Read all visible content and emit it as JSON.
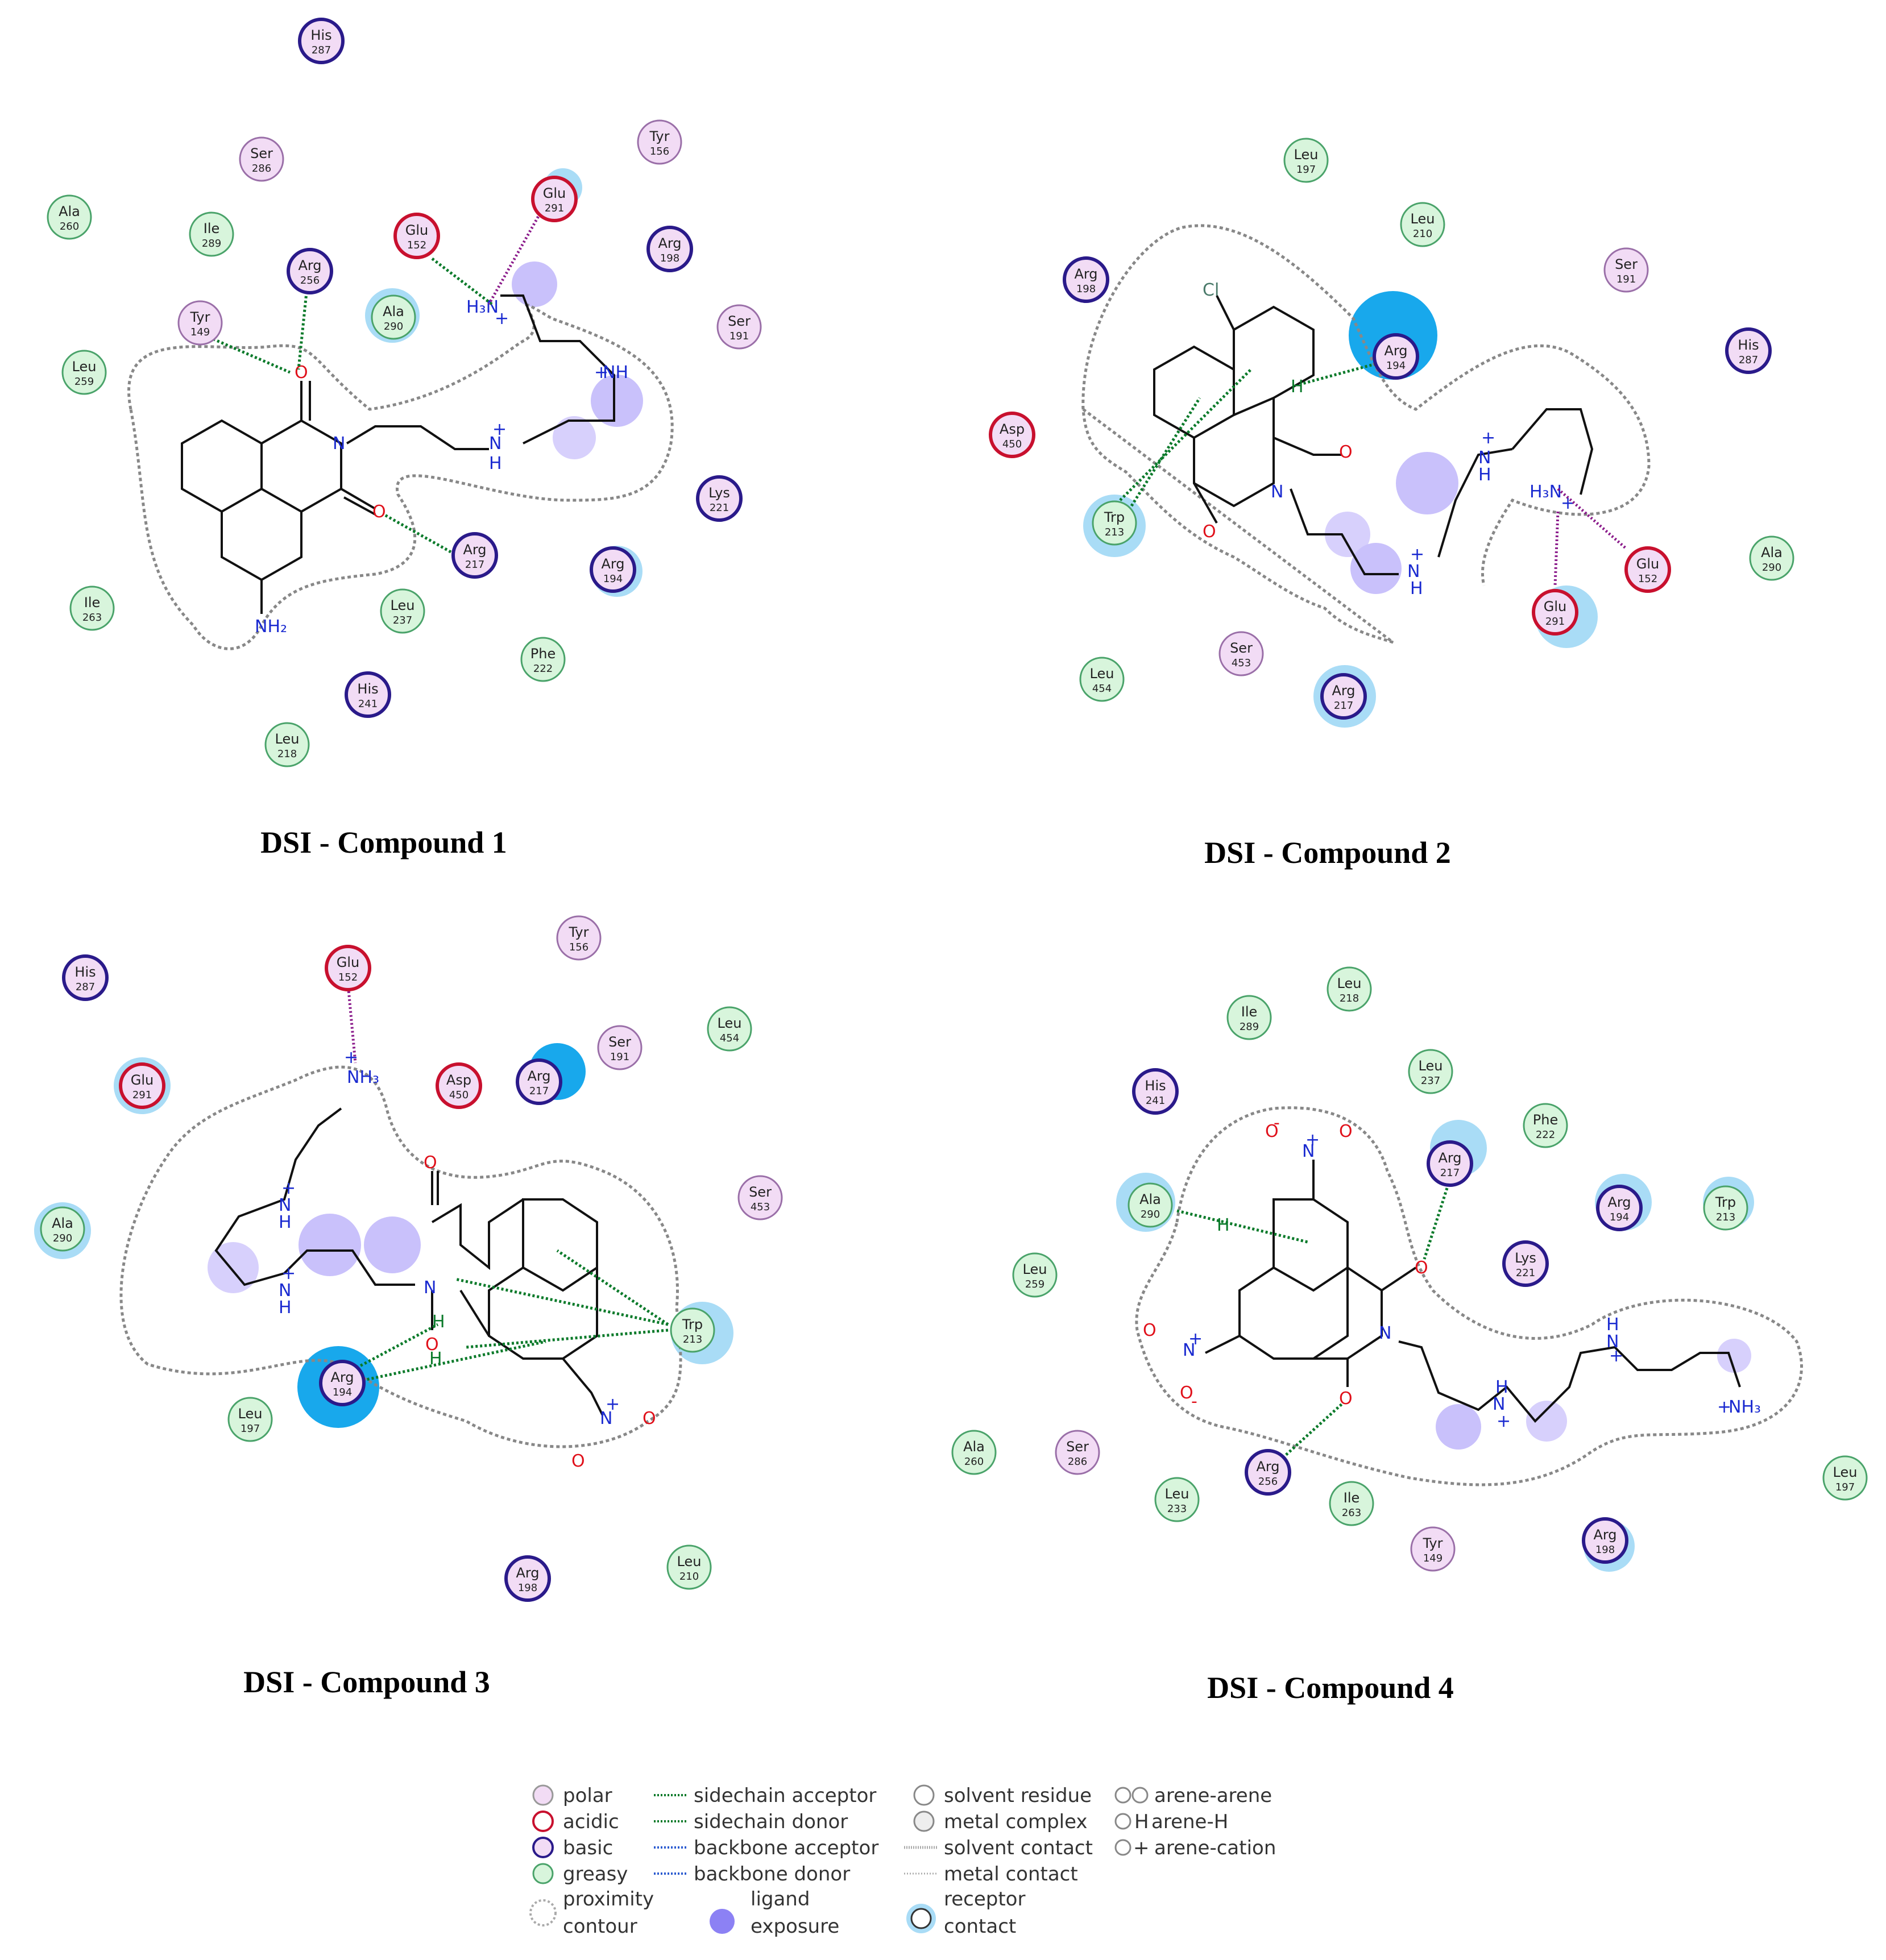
{
  "colors": {
    "polar": "#f2dcf5",
    "acidic": "#c8102e",
    "basic": "#2a1a8a",
    "greasy": "#d8f5dc",
    "polar_border": "#9a6fa8",
    "greasy_border": "#4aa36a",
    "hbond": "#0a7a2a",
    "ionic": "#8a1a8a",
    "contour": "#888888",
    "exposure": "#9b8cf2",
    "contact": "#2aa8e8",
    "bond": "#111111",
    "nitrogen": "#1a2ad0",
    "oxygen": "#e0101a",
    "chlorine": "#4a7a6a"
  },
  "panels": [
    {
      "caption": "DSI - Compound 1",
      "residues": [
        {
          "name": "His",
          "num": "287",
          "type": "basic"
        },
        {
          "name": "Ser",
          "num": "286",
          "type": "polar"
        },
        {
          "name": "Tyr",
          "num": "156",
          "type": "polar"
        },
        {
          "name": "Ala",
          "num": "260",
          "type": "greasy"
        },
        {
          "name": "Ile",
          "num": "289",
          "type": "greasy"
        },
        {
          "name": "Glu",
          "num": "152",
          "type": "acidic"
        },
        {
          "name": "Glu",
          "num": "291",
          "type": "acidic"
        },
        {
          "name": "Arg",
          "num": "198",
          "type": "basic"
        },
        {
          "name": "Arg",
          "num": "256",
          "type": "basic"
        },
        {
          "name": "Tyr",
          "num": "149",
          "type": "polar"
        },
        {
          "name": "Ala",
          "num": "290",
          "type": "greasy"
        },
        {
          "name": "Ser",
          "num": "191",
          "type": "polar"
        },
        {
          "name": "Leu",
          "num": "259",
          "type": "greasy"
        },
        {
          "name": "Lys",
          "num": "221",
          "type": "basic"
        },
        {
          "name": "Arg",
          "num": "217",
          "type": "basic"
        },
        {
          "name": "Arg",
          "num": "194",
          "type": "basic"
        },
        {
          "name": "Ile",
          "num": "263",
          "type": "greasy"
        },
        {
          "name": "Leu",
          "num": "237",
          "type": "greasy"
        },
        {
          "name": "Phe",
          "num": "222",
          "type": "greasy"
        },
        {
          "name": "His",
          "num": "241",
          "type": "basic"
        },
        {
          "name": "Leu",
          "num": "218",
          "type": "greasy"
        }
      ],
      "atoms": [
        "O",
        "N",
        "O",
        "NH₂",
        "H₃N",
        "+",
        "NH",
        "+",
        "N",
        "H",
        "+"
      ]
    },
    {
      "caption": "DSI - Compound 2",
      "residues": [
        {
          "name": "Leu",
          "num": "197",
          "type": "greasy"
        },
        {
          "name": "Leu",
          "num": "210",
          "type": "greasy"
        },
        {
          "name": "Arg",
          "num": "198",
          "type": "basic"
        },
        {
          "name": "Ser",
          "num": "191",
          "type": "polar"
        },
        {
          "name": "Arg",
          "num": "194",
          "type": "basic"
        },
        {
          "name": "His",
          "num": "287",
          "type": "basic"
        },
        {
          "name": "Asp",
          "num": "450",
          "type": "acidic"
        },
        {
          "name": "Trp",
          "num": "213",
          "type": "greasy"
        },
        {
          "name": "Glu",
          "num": "152",
          "type": "acidic"
        },
        {
          "name": "Ala",
          "num": "290",
          "type": "greasy"
        },
        {
          "name": "Glu",
          "num": "291",
          "type": "acidic"
        },
        {
          "name": "Leu",
          "num": "454",
          "type": "greasy"
        },
        {
          "name": "Ser",
          "num": "453",
          "type": "polar"
        },
        {
          "name": "Arg",
          "num": "217",
          "type": "basic"
        }
      ],
      "atoms": [
        "Cl",
        "H",
        "O",
        "N",
        "O",
        "N",
        "H",
        "+",
        "N",
        "H",
        "+",
        "H₃N",
        "+"
      ]
    },
    {
      "caption": "DSI - Compound 3",
      "residues": [
        {
          "name": "His",
          "num": "287",
          "type": "basic"
        },
        {
          "name": "Glu",
          "num": "152",
          "type": "acidic"
        },
        {
          "name": "Tyr",
          "num": "156",
          "type": "polar"
        },
        {
          "name": "Leu",
          "num": "454",
          "type": "greasy"
        },
        {
          "name": "Ser",
          "num": "191",
          "type": "polar"
        },
        {
          "name": "Glu",
          "num": "291",
          "type": "acidic"
        },
        {
          "name": "Asp",
          "num": "450",
          "type": "acidic"
        },
        {
          "name": "Arg",
          "num": "217",
          "type": "basic"
        },
        {
          "name": "Ser",
          "num": "453",
          "type": "polar"
        },
        {
          "name": "Ala",
          "num": "290",
          "type": "greasy"
        },
        {
          "name": "Trp",
          "num": "213",
          "type": "greasy"
        },
        {
          "name": "Arg",
          "num": "194",
          "type": "basic"
        },
        {
          "name": "Leu",
          "num": "197",
          "type": "greasy"
        },
        {
          "name": "Arg",
          "num": "198",
          "type": "basic"
        },
        {
          "name": "Leu",
          "num": "210",
          "type": "greasy"
        }
      ],
      "atoms": [
        "NH₃",
        "+",
        "N",
        "H",
        "+",
        "N",
        "H",
        "+",
        "O",
        "N",
        "O",
        "H",
        "H",
        "N",
        "O",
        "O",
        "+"
      ]
    },
    {
      "caption": "DSI - Compound 4",
      "residues": [
        {
          "name": "Leu",
          "num": "218",
          "type": "greasy"
        },
        {
          "name": "Ile",
          "num": "289",
          "type": "greasy"
        },
        {
          "name": "Leu",
          "num": "237",
          "type": "greasy"
        },
        {
          "name": "His",
          "num": "241",
          "type": "basic"
        },
        {
          "name": "Phe",
          "num": "222",
          "type": "greasy"
        },
        {
          "name": "Arg",
          "num": "217",
          "type": "basic"
        },
        {
          "name": "Ala",
          "num": "290",
          "type": "greasy"
        },
        {
          "name": "Arg",
          "num": "194",
          "type": "basic"
        },
        {
          "name": "Trp",
          "num": "213",
          "type": "greasy"
        },
        {
          "name": "Leu",
          "num": "259",
          "type": "greasy"
        },
        {
          "name": "Lys",
          "num": "221",
          "type": "basic"
        },
        {
          "name": "Ala",
          "num": "260",
          "type": "greasy"
        },
        {
          "name": "Ser",
          "num": "286",
          "type": "polar"
        },
        {
          "name": "Arg",
          "num": "256",
          "type": "basic"
        },
        {
          "name": "Ile",
          "num": "263",
          "type": "greasy"
        },
        {
          "name": "Leu",
          "num": "233",
          "type": "greasy"
        },
        {
          "name": "Tyr",
          "num": "149",
          "type": "polar"
        },
        {
          "name": "Arg",
          "num": "198",
          "type": "basic"
        },
        {
          "name": "Leu",
          "num": "197",
          "type": "greasy"
        }
      ],
      "atoms": [
        "O",
        "N",
        "O",
        "+",
        "-",
        "H",
        "O",
        "N",
        "O",
        "+",
        "-",
        "O",
        "N",
        "O",
        "N",
        "H",
        "+",
        "N",
        "H",
        "+",
        "NH₃",
        "+"
      ]
    }
  ],
  "legend": {
    "polar": "polar",
    "acidic": "acidic",
    "basic": "basic",
    "greasy": "greasy",
    "proximity": "proximity",
    "contour": "contour",
    "sidechain_acceptor": "sidechain acceptor",
    "sidechain_donor": "sidechain donor",
    "backbone_acceptor": "backbone acceptor",
    "backbone_donor": "backbone donor",
    "ligand": "ligand",
    "exposure": "exposure",
    "solvent_residue": "solvent residue",
    "metal_complex": "metal complex",
    "solvent_contact": "solvent contact",
    "metal_contact": "metal contact",
    "receptor": "receptor",
    "contact": "contact",
    "arene_arene": "arene-arene",
    "arene_h": "arene-H",
    "arene_cation": "arene-cation",
    "arene_h_prefix": "H",
    "arene_cation_prefix": "+"
  }
}
